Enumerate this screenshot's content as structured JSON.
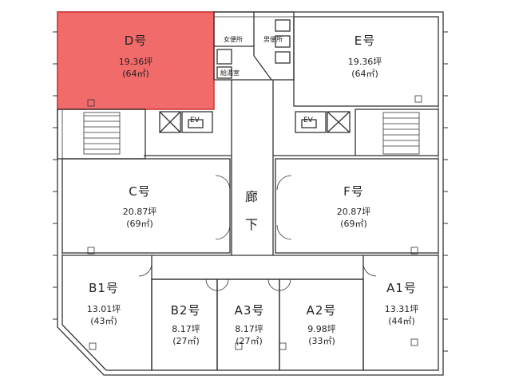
{
  "highlight_color": "#f26b6b",
  "rooms": [
    {
      "id": "D",
      "name": "D号",
      "area": "19.36坪",
      "sqm": "(64㎡)",
      "highlighted": true
    },
    {
      "id": "E",
      "name": "E号",
      "area": "19.36坪",
      "sqm": "(64㎡)"
    },
    {
      "id": "C",
      "name": "C号",
      "area": "20.87坪",
      "sqm": "(69㎡)"
    },
    {
      "id": "F",
      "name": "F号",
      "area": "20.87坪",
      "sqm": "(69㎡)"
    },
    {
      "id": "B1",
      "name": "B1号",
      "area": "13.01坪",
      "sqm": "(43㎡)"
    },
    {
      "id": "B2",
      "name": "B2号",
      "area": "8.17坪",
      "sqm": "(27㎡)"
    },
    {
      "id": "A3",
      "name": "A3号",
      "area": "8.17坪",
      "sqm": "(27㎡)"
    },
    {
      "id": "A2",
      "name": "A2号",
      "area": "9.98坪",
      "sqm": "(33㎡)"
    },
    {
      "id": "A1",
      "name": "A1号",
      "area": "13.31坪",
      "sqm": "(44㎡)"
    }
  ],
  "labels": {
    "womens_restroom": "女便所",
    "mens_restroom": "男便所",
    "kitchenette": "給湯室",
    "ev_left": "EV",
    "ev_right": "EV",
    "corridor_1": "廊",
    "corridor_2": "下"
  }
}
